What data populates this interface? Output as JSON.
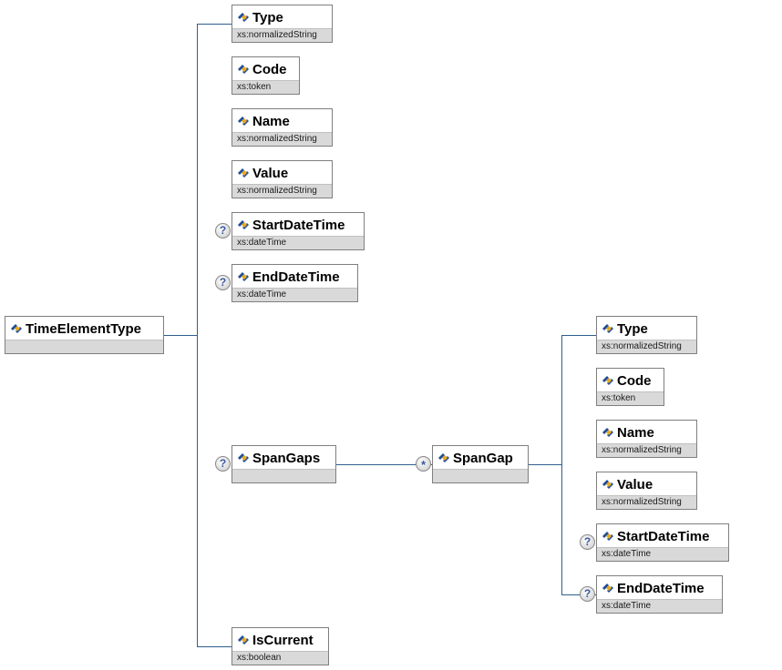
{
  "diagram": {
    "root": {
      "name": "TimeElementType"
    },
    "children": [
      {
        "name": "Type",
        "type": "xs:normalizedString",
        "optional": false
      },
      {
        "name": "Code",
        "type": "xs:token",
        "optional": false
      },
      {
        "name": "Name",
        "type": "xs:normalizedString",
        "optional": false
      },
      {
        "name": "Value",
        "type": "xs:normalizedString",
        "optional": false
      },
      {
        "name": "StartDateTime",
        "type": "xs:dateTime",
        "optional": true
      },
      {
        "name": "EndDateTime",
        "type": "xs:dateTime",
        "optional": true
      },
      {
        "name": "SpanGaps",
        "type": "",
        "optional": true
      },
      {
        "name": "IsCurrent",
        "type": "xs:boolean",
        "optional": false
      }
    ],
    "spangap": {
      "name": "SpanGap",
      "multiplicity": "*"
    },
    "spangap_children": [
      {
        "name": "Type",
        "type": "xs:normalizedString",
        "optional": false
      },
      {
        "name": "Code",
        "type": "xs:token",
        "optional": false
      },
      {
        "name": "Name",
        "type": "xs:normalizedString",
        "optional": false
      },
      {
        "name": "Value",
        "type": "xs:normalizedString",
        "optional": false
      },
      {
        "name": "StartDateTime",
        "type": "xs:dateTime",
        "optional": true
      },
      {
        "name": "EndDateTime",
        "type": "xs:dateTime",
        "optional": true
      }
    ],
    "optional_marker": "?",
    "colors": {
      "connector": "#2f5f8f",
      "box_border": "#7f7f7f",
      "type_band": "#d9d9d9",
      "icon_blue": "#1f4e9a",
      "icon_gold": "#e8a820"
    }
  }
}
